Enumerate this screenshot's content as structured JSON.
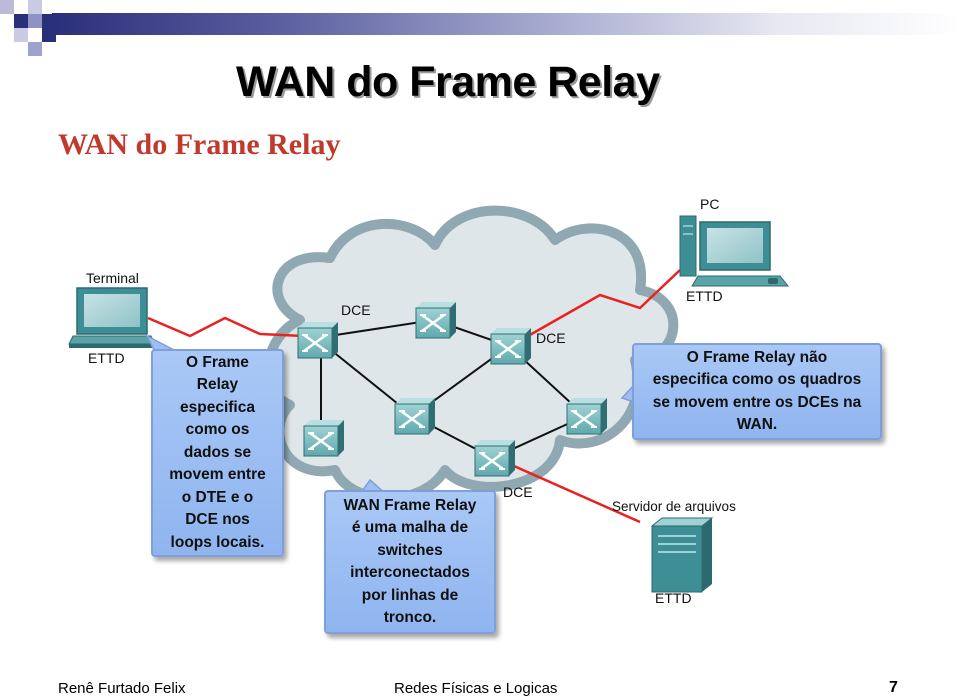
{
  "slide": {
    "title": "WAN do Frame Relay",
    "subtitle": "WAN do Frame Relay",
    "colors": {
      "accent_dark": "#2a2f7a",
      "subtitle_red": "#c0392b",
      "cloud": "#dfe6ea",
      "cloud_border": "#8fa8b1",
      "callout_blue": "#9dbdf3",
      "switch_teal": "#3e8f95",
      "red_link": "#e8231f"
    }
  },
  "diagram": {
    "labels": {
      "terminal": "Terminal",
      "terminal_ettd": "ETTD",
      "pc": "PC",
      "pc_ettd": "ETTD",
      "server": "Servidor de arquivos",
      "server_ettd": "ETTD",
      "dce_top": "DCE",
      "dce_right": "DCE",
      "dce_bottom": "DCE"
    },
    "callouts": {
      "left": "O Frame\nRelay\nespecifica\ncomo os\ndados se\nmovem entre\no DTE e o\nDCE nos\nloops locais.",
      "right": "O Frame Relay não\nespecifica como os quadros\nse movem entre os DCEs na\nWAN.",
      "bottom": "WAN Frame Relay\né uma malha de\nswitches\ninterconectados\npor linhas de\ntronco."
    },
    "icons": [
      "terminal-icon",
      "pc-icon",
      "server-icon",
      "frame-relay-switch-icon",
      "cloud-icon"
    ]
  },
  "footer": {
    "author": "Renê Furtado Felix",
    "course": "Redes Físicas e Logicas",
    "page": "7"
  }
}
